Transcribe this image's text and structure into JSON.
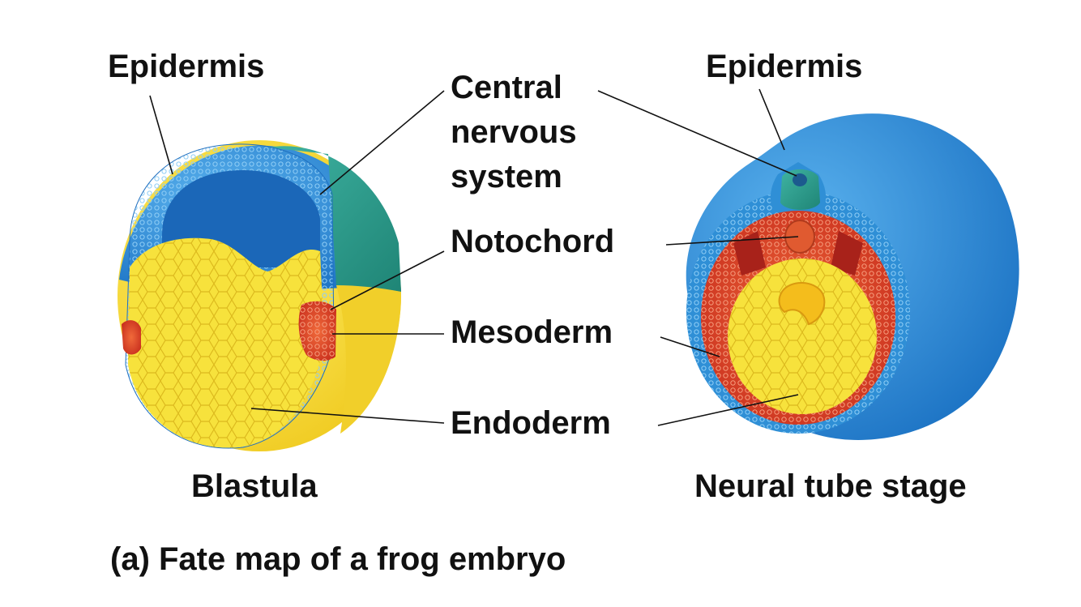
{
  "labels": {
    "epidermis_left": "Epidermis",
    "epidermis_right": "Epidermis",
    "cns_line1": "Central",
    "cns_line2": "nervous",
    "cns_line3": "system",
    "notochord": "Notochord",
    "mesoderm": "Mesoderm",
    "endoderm": "Endoderm",
    "blastula": "Blastula",
    "neural_tube_stage": "Neural tube stage"
  },
  "caption": "(a) Fate map of a frog embryo",
  "colors": {
    "epidermis": "#2f8fd6",
    "central_nervous_system": "#2a9a8c",
    "notochord": "#e0502a",
    "mesoderm": "#d93a26",
    "endoderm": "#f3d42a",
    "blastocoel": "#1d6fc0"
  }
}
